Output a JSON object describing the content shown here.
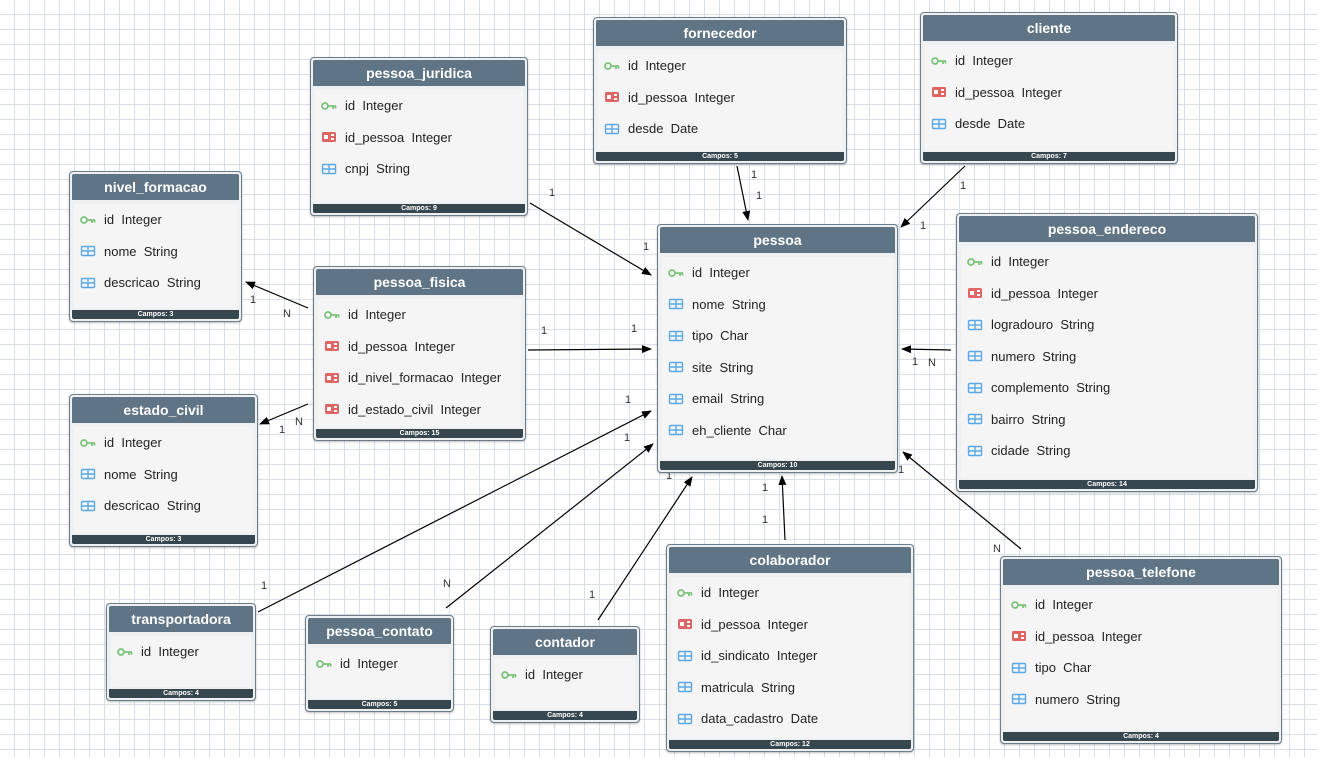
{
  "colors": {
    "pk": "#7cc47c",
    "fk": "#e06666",
    "col": "#5aa9e6",
    "header": "#5f7484",
    "footer": "#37474f"
  },
  "icons": {
    "pk": "key-icon",
    "fk": "foreign-key-icon",
    "col": "column-icon"
  },
  "entities": [
    {
      "id": "fornecedor",
      "title": "fornecedor",
      "footer": "Campos: 5",
      "fields": [
        {
          "kind": "pk",
          "text": "id  Integer"
        },
        {
          "kind": "fk",
          "text": "id_pessoa  Integer"
        },
        {
          "kind": "col",
          "text": "desde  Date"
        }
      ]
    },
    {
      "id": "cliente",
      "title": "cliente",
      "footer": "Campos: 7",
      "fields": [
        {
          "kind": "pk",
          "text": "id  Integer"
        },
        {
          "kind": "fk",
          "text": "id_pessoa  Integer"
        },
        {
          "kind": "col",
          "text": "desde  Date"
        }
      ]
    },
    {
      "id": "pessoa_juridica",
      "title": "pessoa_juridica",
      "footer": "Campos: 9",
      "fields": [
        {
          "kind": "pk",
          "text": "id  Integer"
        },
        {
          "kind": "fk",
          "text": "id_pessoa  Integer"
        },
        {
          "kind": "col",
          "text": "cnpj  String"
        }
      ]
    },
    {
      "id": "nivel_formacao",
      "title": "nivel_formacao",
      "footer": "Campos: 3",
      "fields": [
        {
          "kind": "pk",
          "text": "id  Integer"
        },
        {
          "kind": "col",
          "text": "nome  String"
        },
        {
          "kind": "col",
          "text": "descricao  String"
        }
      ]
    },
    {
      "id": "pessoa",
      "title": "pessoa",
      "footer": "Campos: 10",
      "fields": [
        {
          "kind": "pk",
          "text": "id  Integer"
        },
        {
          "kind": "col",
          "text": "nome  String"
        },
        {
          "kind": "col",
          "text": "tipo  Char"
        },
        {
          "kind": "col",
          "text": "site  String"
        },
        {
          "kind": "col",
          "text": "email  String"
        },
        {
          "kind": "col",
          "text": "eh_cliente  Char"
        }
      ]
    },
    {
      "id": "pessoa_endereco",
      "title": "pessoa_endereco",
      "footer": "Campos: 14",
      "fields": [
        {
          "kind": "pk",
          "text": "id  Integer"
        },
        {
          "kind": "fk",
          "text": "id_pessoa  Integer"
        },
        {
          "kind": "col",
          "text": "logradouro  String"
        },
        {
          "kind": "col",
          "text": "numero  String"
        },
        {
          "kind": "col",
          "text": "complemento  String"
        },
        {
          "kind": "col",
          "text": "bairro  String"
        },
        {
          "kind": "col",
          "text": "cidade  String"
        }
      ]
    },
    {
      "id": "pessoa_fisica",
      "title": "pessoa_fisica",
      "footer": "Campos: 15",
      "fields": [
        {
          "kind": "pk",
          "text": "id  Integer"
        },
        {
          "kind": "fk",
          "text": "id_pessoa  Integer"
        },
        {
          "kind": "fk",
          "text": "id_nivel_formacao  Integer"
        },
        {
          "kind": "fk",
          "text": "id_estado_civil  Integer"
        }
      ]
    },
    {
      "id": "estado_civil",
      "title": "estado_civil",
      "footer": "Campos: 3",
      "fields": [
        {
          "kind": "pk",
          "text": "id  Integer"
        },
        {
          "kind": "col",
          "text": "nome  String"
        },
        {
          "kind": "col",
          "text": "descricao  String"
        }
      ]
    },
    {
      "id": "transportadora",
      "title": "transportadora",
      "footer": "Campos: 4",
      "fields": [
        {
          "kind": "pk",
          "text": "id  Integer"
        }
      ]
    },
    {
      "id": "pessoa_contato",
      "title": "pessoa_contato",
      "footer": "Campos: 5",
      "fields": [
        {
          "kind": "pk",
          "text": "id  Integer"
        }
      ]
    },
    {
      "id": "contador",
      "title": "contador",
      "footer": "Campos: 4",
      "fields": [
        {
          "kind": "pk",
          "text": "id  Integer"
        }
      ]
    },
    {
      "id": "colaborador",
      "title": "colaborador",
      "footer": "Campos: 12",
      "fields": [
        {
          "kind": "pk",
          "text": "id  Integer"
        },
        {
          "kind": "fk",
          "text": "id_pessoa  Integer"
        },
        {
          "kind": "col",
          "text": "id_sindicato  Integer"
        },
        {
          "kind": "col",
          "text": "matricula  String"
        },
        {
          "kind": "col",
          "text": "data_cadastro  Date"
        }
      ]
    },
    {
      "id": "pessoa_telefone",
      "title": "pessoa_telefone",
      "footer": "Campos: 4",
      "fields": [
        {
          "kind": "pk",
          "text": "id  Integer"
        },
        {
          "kind": "fk",
          "text": "id_pessoa  Integer"
        },
        {
          "kind": "col",
          "text": "tipo  Char"
        },
        {
          "kind": "col",
          "text": "numero  String"
        }
      ]
    }
  ],
  "relationships": [
    {
      "from": "fornecedor",
      "to": "pessoa",
      "from_card": "1",
      "to_card": "1"
    },
    {
      "from": "cliente",
      "to": "pessoa",
      "from_card": "1",
      "to_card": "1"
    },
    {
      "from": "pessoa_juridica",
      "to": "pessoa",
      "from_card": "1",
      "to_card": "1"
    },
    {
      "from": "pessoa_fisica",
      "to": "pessoa",
      "from_card": "1",
      "to_card": "1"
    },
    {
      "from": "pessoa_fisica",
      "to": "nivel_formacao",
      "from_card": "N",
      "to_card": "1"
    },
    {
      "from": "pessoa_fisica",
      "to": "estado_civil",
      "from_card": "N",
      "to_card": "1"
    },
    {
      "from": "pessoa_endereco",
      "to": "pessoa",
      "from_card": "N",
      "to_card": "1"
    },
    {
      "from": "transportadora",
      "to": "pessoa",
      "from_card": "1",
      "to_card": "1"
    },
    {
      "from": "pessoa_contato",
      "to": "pessoa",
      "from_card": "N",
      "to_card": "1"
    },
    {
      "from": "contador",
      "to": "pessoa",
      "from_card": "1",
      "to_card": "1"
    },
    {
      "from": "colaborador",
      "to": "pessoa",
      "from_card": "1",
      "to_card": "1"
    },
    {
      "from": "pessoa_telefone",
      "to": "pessoa",
      "from_card": "N",
      "to_card": "1"
    }
  ]
}
